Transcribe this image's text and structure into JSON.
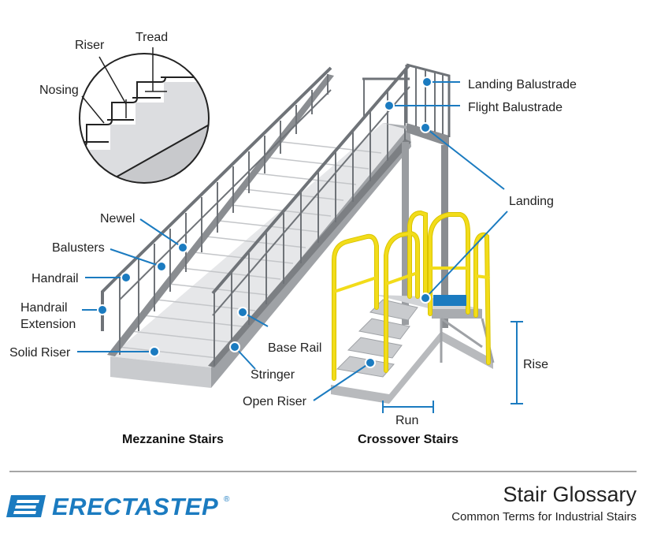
{
  "colors": {
    "accent": "#1b7bc0",
    "steel": "#8a8d91",
    "safety_yellow": "#f2dc1a",
    "divider": "#888888"
  },
  "labels": {
    "tread": "Tread",
    "riser": "Riser",
    "nosing": "Nosing",
    "newel": "Newel",
    "balusters": "Balusters",
    "handrail": "Handrail",
    "handrail_extension_line1": "Handrail",
    "handrail_extension_line2": "Extension",
    "solid_riser": "Solid Riser",
    "base_rail": "Base Rail",
    "stringer": "Stringer",
    "open_riser": "Open Riser",
    "landing_balustrade": "Landing Balustrade",
    "flight_balustrade": "Flight Balustrade",
    "landing": "Landing",
    "rise": "Rise",
    "run": "Run"
  },
  "captions": {
    "mezzanine": "Mezzanine Stairs",
    "crossover": "Crossover Stairs"
  },
  "footer": {
    "brand": "ERECTASTEP",
    "registered": "®",
    "title": "Stair Glossary",
    "subtitle": "Common Terms for Industrial Stairs"
  },
  "icons": {
    "logo": "erectastep-logo-icon",
    "detail_circle": "tread-riser-detail-icon"
  }
}
